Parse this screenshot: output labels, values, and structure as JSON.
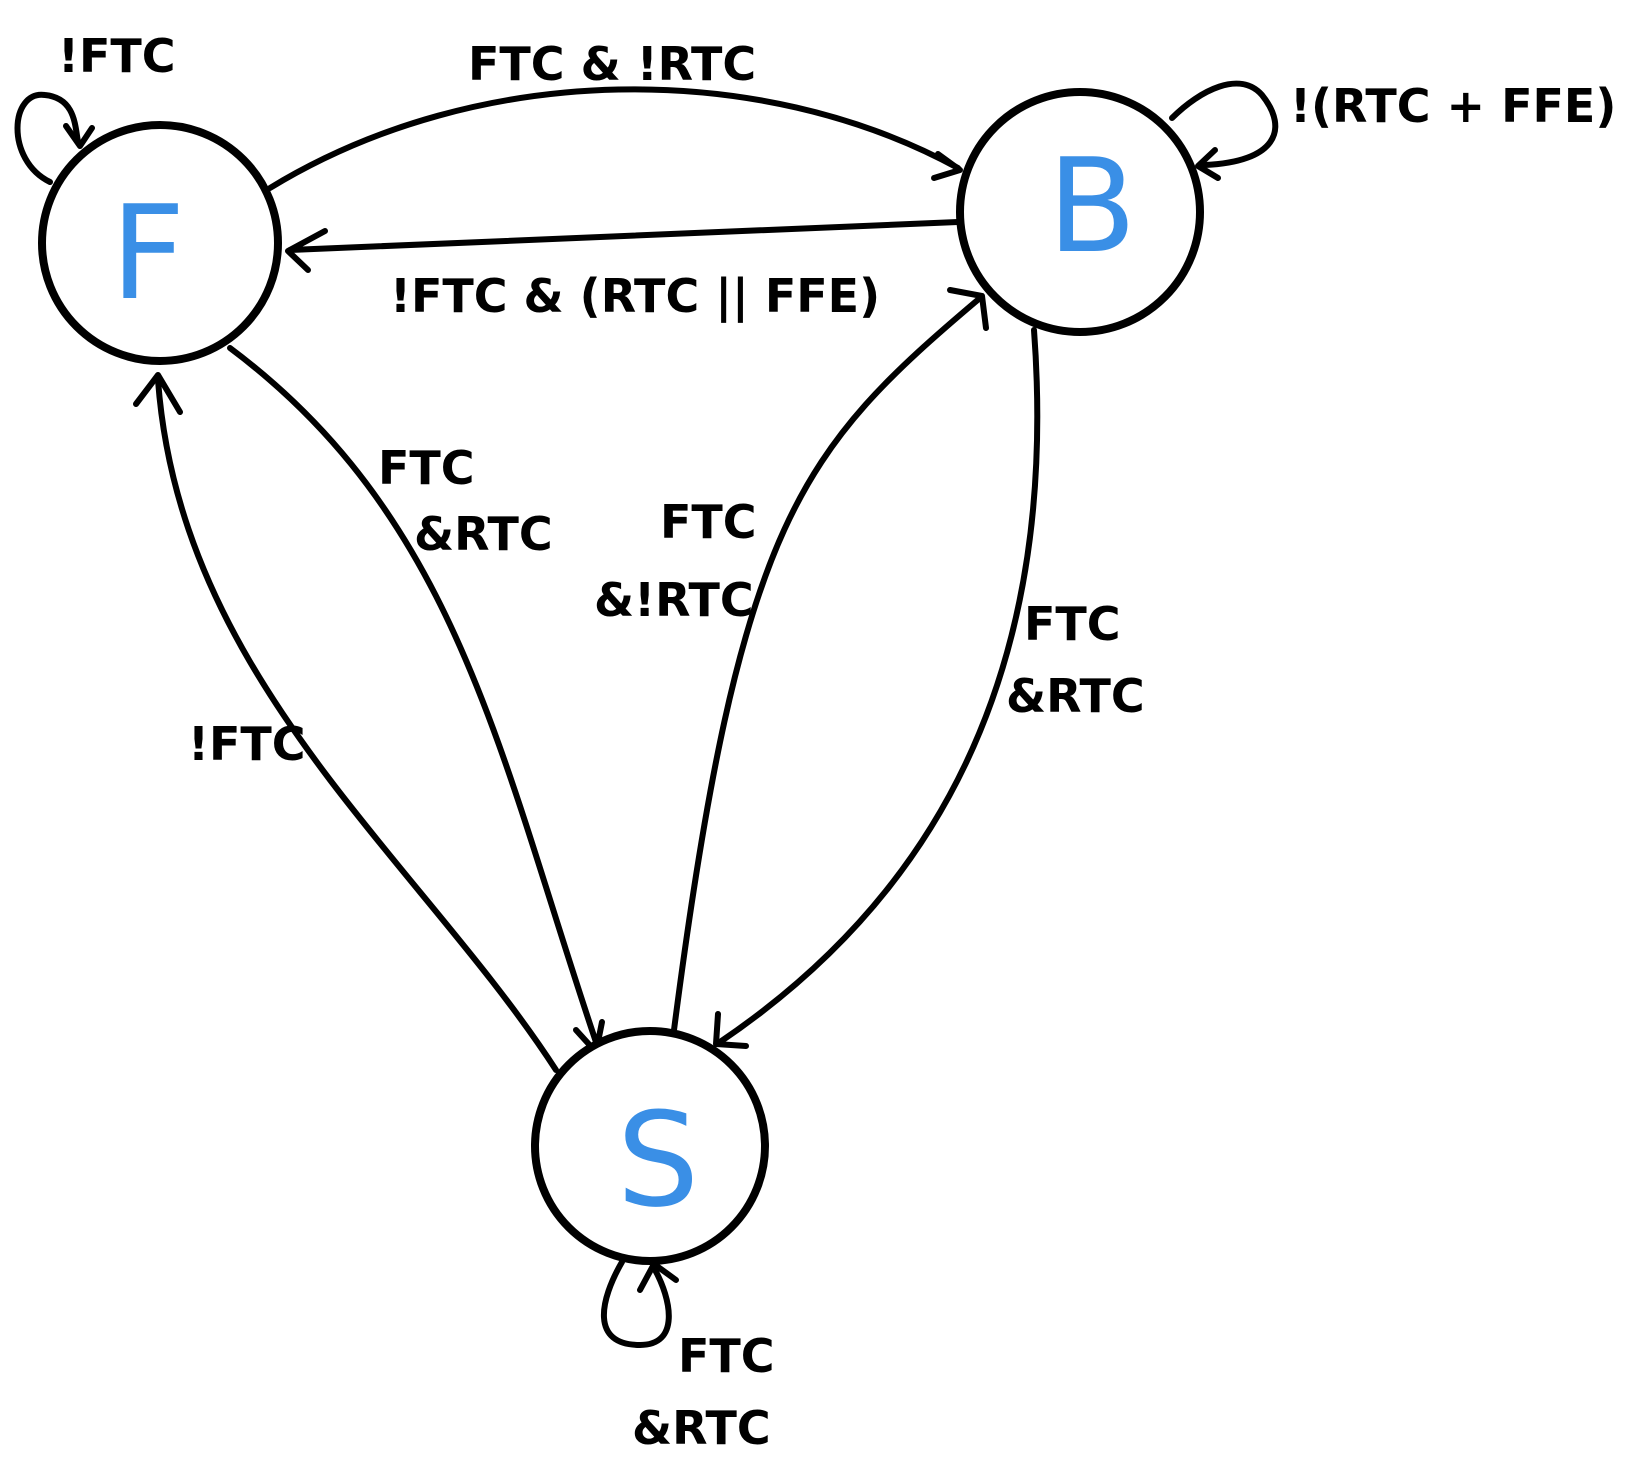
{
  "colors": {
    "node_label": "#3a8fe6",
    "stroke": "#000000",
    "background": "#ffffff"
  },
  "nodes": {
    "F": {
      "label": "F"
    },
    "B": {
      "label": "B"
    },
    "S": {
      "label": "S"
    }
  },
  "edges": {
    "f_self": {
      "from": "F",
      "to": "F",
      "line1": "!FTC",
      "line2": ""
    },
    "f_to_b": {
      "from": "F",
      "to": "B",
      "line1": "FTC & !RTC",
      "line2": ""
    },
    "b_to_f": {
      "from": "B",
      "to": "F",
      "line1": "!FTC & (RTC || FFE)",
      "line2": ""
    },
    "b_self": {
      "from": "B",
      "to": "B",
      "line1": "!(RTC + FFE)",
      "line2": ""
    },
    "f_to_s": {
      "from": "F",
      "to": "S",
      "line1": "FTC",
      "line2": "&RTC"
    },
    "s_to_f": {
      "from": "S",
      "to": "F",
      "line1": "!FTC",
      "line2": ""
    },
    "s_to_b": {
      "from": "S",
      "to": "B",
      "line1": "FTC",
      "line2": "&!RTC"
    },
    "b_to_s": {
      "from": "B",
      "to": "S",
      "line1": "FTC",
      "line2": "&RTC"
    },
    "s_self": {
      "from": "S",
      "to": "S",
      "line1": "FTC",
      "line2": "&RTC"
    }
  }
}
